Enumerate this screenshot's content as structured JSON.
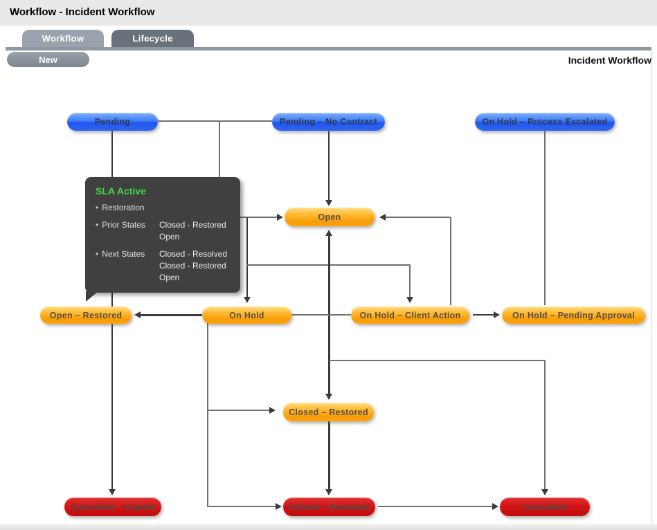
{
  "header": {
    "title": "Workflow - Incident Workflow"
  },
  "tabs": [
    {
      "label": "Workflow",
      "active": true
    },
    {
      "label": "Lifecycle",
      "active": false
    }
  ],
  "toolbar": {
    "new_label": "New",
    "context_label": "Incident Workflow"
  },
  "tooltip": {
    "title": "SLA Active",
    "items": [
      {
        "label": "Restoration",
        "values": []
      },
      {
        "label": "Prior States",
        "values": [
          "Closed - Restored",
          "Open"
        ]
      },
      {
        "label": "Next States",
        "values": [
          "Closed - Resolved",
          "Closed - Restored",
          "Open"
        ]
      }
    ]
  },
  "nodes": [
    {
      "id": "pending",
      "label": "Pending",
      "status_color": "blue"
    },
    {
      "id": "pending-no-contract",
      "label": "Pending – No Contract",
      "status_color": "blue"
    },
    {
      "id": "on-hold-process-escalated",
      "label": "On Hold – Process Escalated",
      "status_color": "blue"
    },
    {
      "id": "open",
      "label": "Open",
      "status_color": "orange"
    },
    {
      "id": "open-restored",
      "label": "Open – Restored",
      "status_color": "orange"
    },
    {
      "id": "on-hold",
      "label": "On Hold",
      "status_color": "orange"
    },
    {
      "id": "on-hold-client-action",
      "label": "On Hold – Client Action",
      "status_color": "orange"
    },
    {
      "id": "on-hold-pending-approval",
      "label": "On Hold – Pending Approval",
      "status_color": "orange"
    },
    {
      "id": "closed-restored",
      "label": "Closed – Restored",
      "status_color": "orange"
    },
    {
      "id": "cancelled-unpaid",
      "label": "Cancelled – Unpaid",
      "status_color": "red"
    },
    {
      "id": "closed-resolved",
      "label": "Closed – Resolved",
      "status_color": "red"
    },
    {
      "id": "cancelled",
      "label": "Cancelled",
      "status_color": "red"
    }
  ],
  "colors": {
    "node_blue": "#2a5cf0",
    "node_orange": "#f89c06",
    "node_red": "#cc1111",
    "tab_selected": "#9aa3ad",
    "tab_unselected": "#69717a",
    "tooltip_bg": "#404040",
    "tooltip_title_green": "#44d444",
    "connector_gray": "#707070",
    "connector_dark": "#3b3b3b",
    "titlebar_bg": "#e9e9e9"
  }
}
